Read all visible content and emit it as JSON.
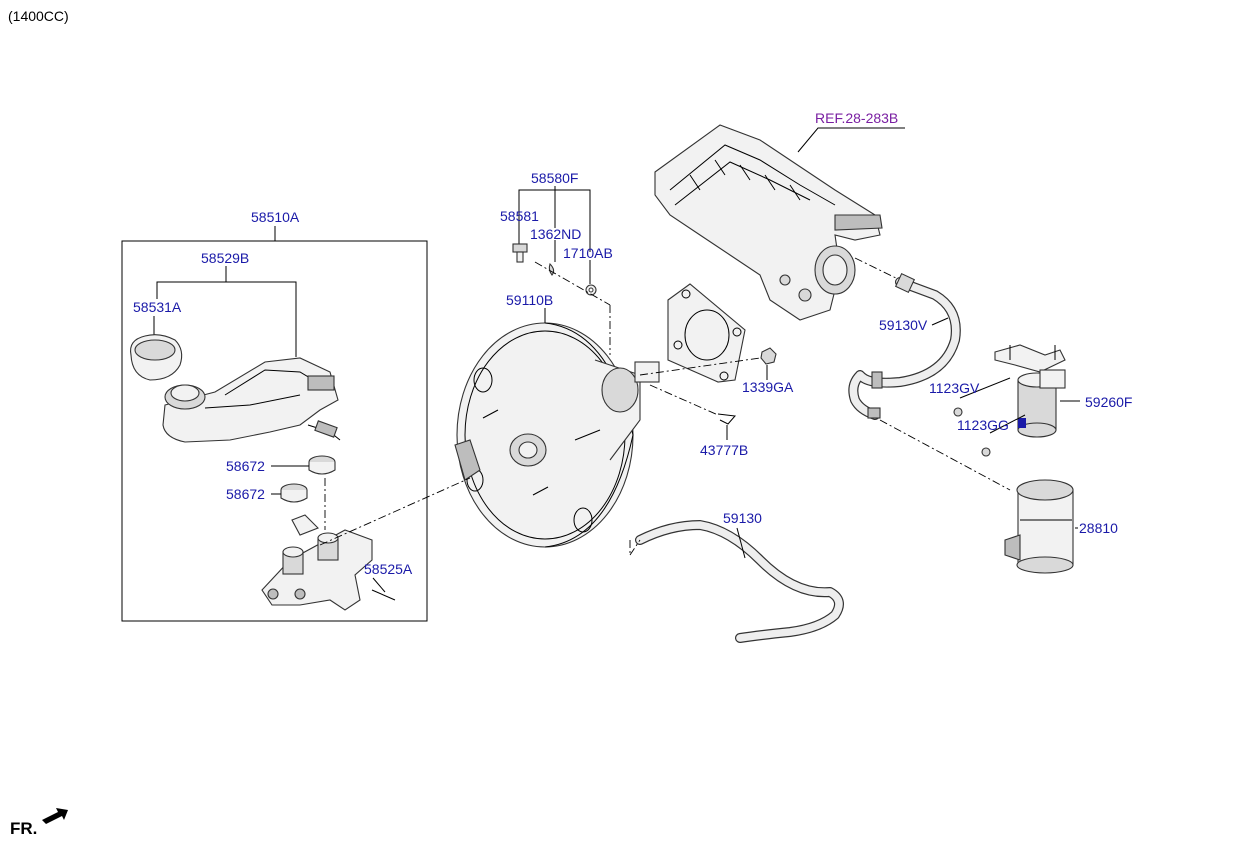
{
  "engine_note": "(1400CC)",
  "ref_label": "REF.28-283B",
  "front_label": "FR.",
  "parts": {
    "p58510A": "58510A",
    "p58529B": "58529B",
    "p58531A": "58531A",
    "p58672_upper": "58672",
    "p58672_lower": "58672",
    "p58525A": "58525A",
    "p58580F": "58580F",
    "p58581": "58581",
    "p1362ND": "1362ND",
    "p1710AB": "1710AB",
    "p59110B": "59110B",
    "p1339GA": "1339GA",
    "p43777B": "43777B",
    "p59130V": "59130V",
    "p1123GV": "1123GV",
    "p1123GG": "1123GG",
    "p59260F": "59260F",
    "p59130": "59130",
    "p28810": "28810"
  },
  "colors": {
    "part_label": "#1a1aa8",
    "ref_label": "#7a1fa2",
    "line": "#000000"
  }
}
